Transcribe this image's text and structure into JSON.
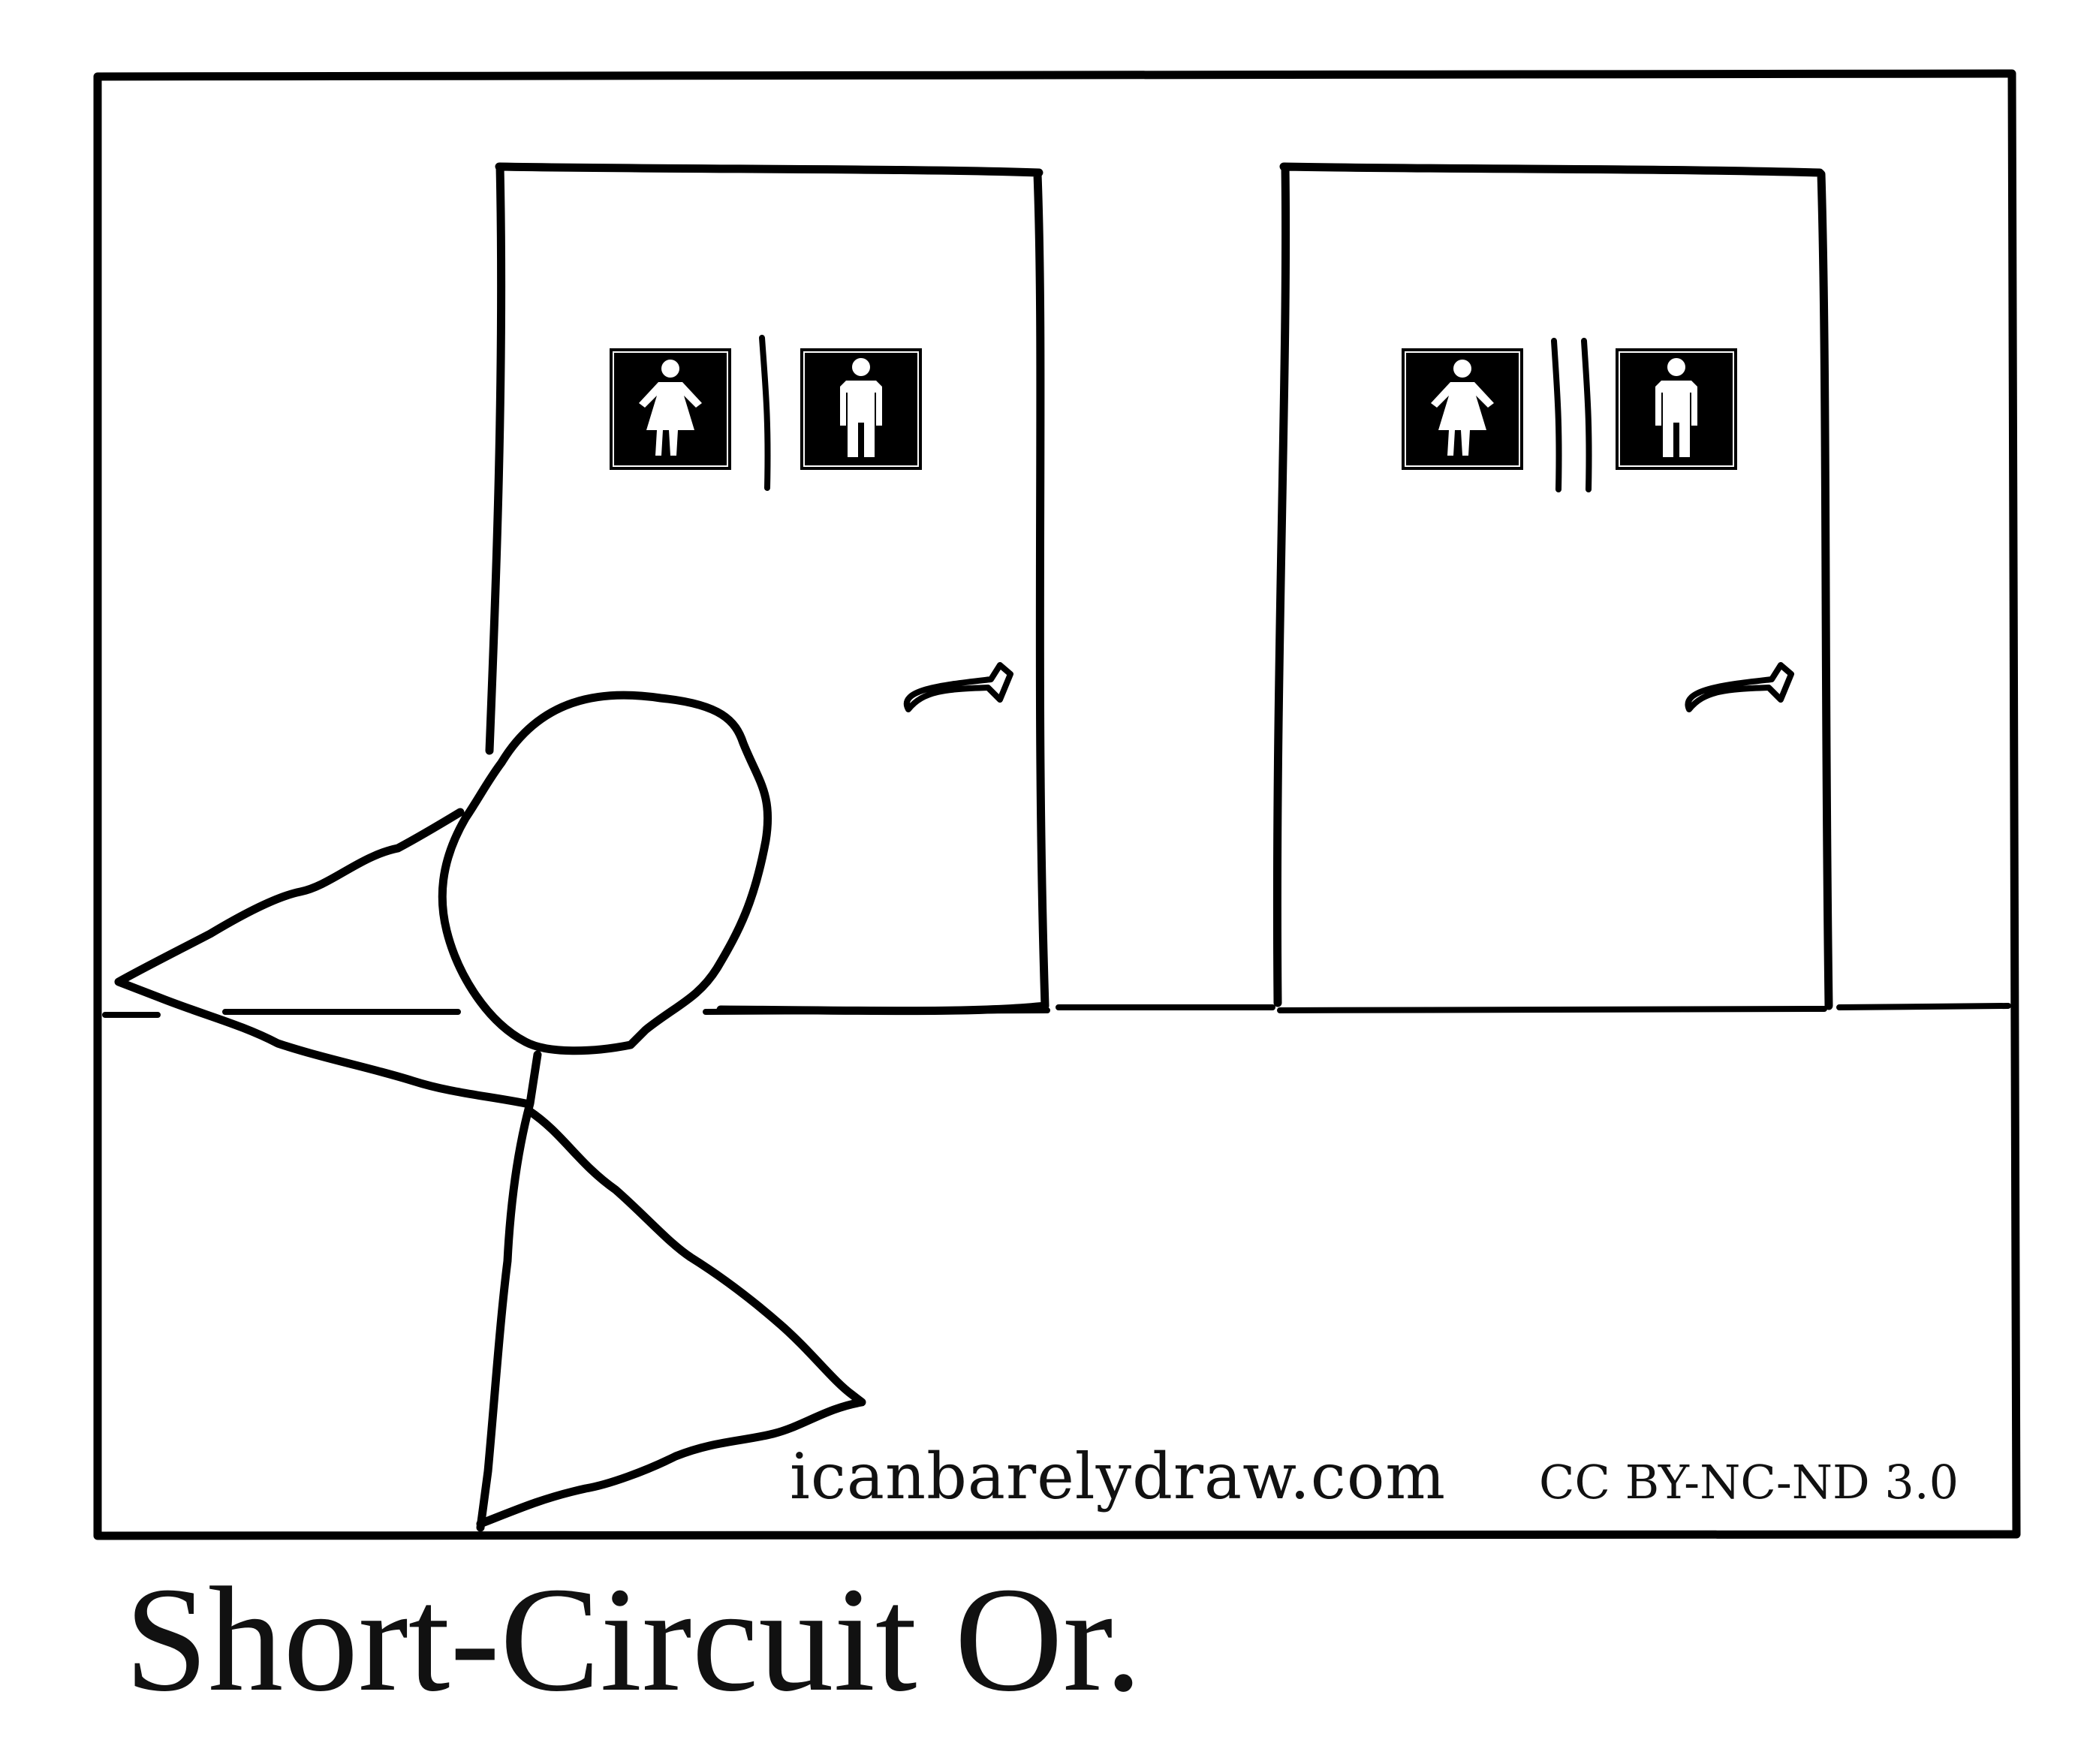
{
  "comic": {
    "site": "icanbarelydraw.com",
    "license": "CC BY-NC-ND 3.0",
    "caption": "Short-Circuit Or."
  },
  "icons": {
    "left_door_signs": [
      "woman-restroom-icon",
      "man-restroom-icon"
    ],
    "right_door_signs": [
      "woman-restroom-icon",
      "man-restroom-icon"
    ],
    "left_door_separator": "single-bar",
    "right_door_separator": "double-bar"
  }
}
